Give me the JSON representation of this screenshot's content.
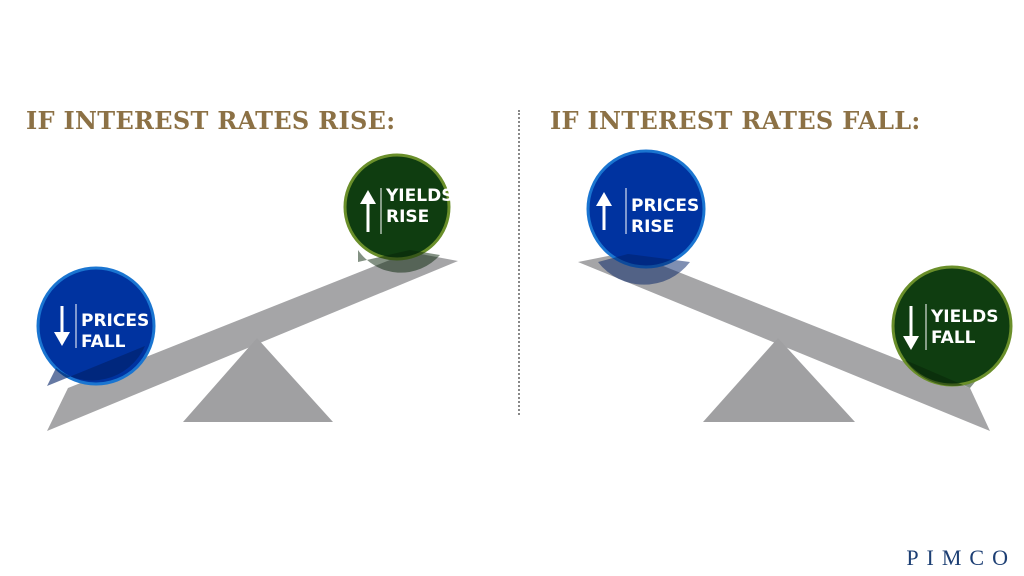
{
  "left_panel": {
    "title": "IF INTEREST RATES RISE:",
    "low_ball": {
      "line1": "PRICES",
      "line2": "FALL",
      "arrow": "down-arrow-icon"
    },
    "high_ball": {
      "line1": "YIELDS",
      "line2": "RISE",
      "arrow": "up-arrow-icon"
    }
  },
  "right_panel": {
    "title": "IF INTEREST RATES FALL:",
    "high_ball": {
      "line1": "PRICES",
      "line2": "RISE",
      "arrow": "up-arrow-icon"
    },
    "low_ball": {
      "line1": "YIELDS",
      "line2": "FALL",
      "arrow": "down-arrow-icon"
    }
  },
  "logo": "PIMCO",
  "colors": {
    "title": "#8c7145",
    "blue": "#0033a0",
    "blue_rim": "#1a75d1",
    "green": "#0f3d10",
    "green_rim": "#6a8f2a",
    "gray": "#a0a0a2"
  }
}
